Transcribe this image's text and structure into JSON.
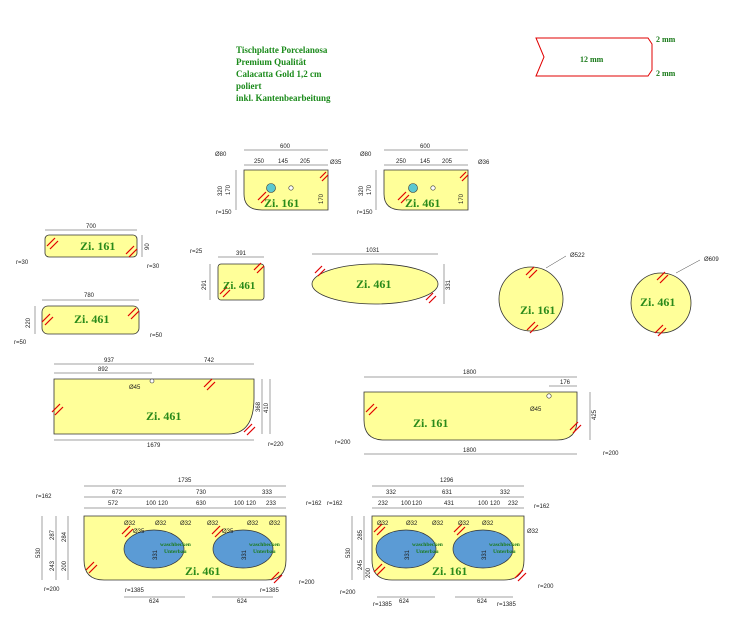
{
  "spec": {
    "line1": "Tischplatte Porcelanosa",
    "line2": "Premium Qualität",
    "line3": "Calacatta Gold 1,2 cm",
    "line4": "poliert",
    "line5": "inkl. Kantenbearbeitung"
  },
  "edge_profile": {
    "thickness": "12 mm",
    "chamfer_top": "2 mm",
    "chamfer_bottom": "2 mm"
  },
  "piece1": {
    "label": "Zi. 161",
    "width": "600",
    "d1": "250",
    "d2": "145",
    "d3": "205",
    "hole1": "Ø80",
    "hole2": "Ø35",
    "h1": "320",
    "h2": "170",
    "h3": "170",
    "radius": "r=150"
  },
  "piece2": {
    "label": "Zi. 461",
    "width": "600",
    "d1": "250",
    "d2": "145",
    "d3": "205",
    "hole1": "Ø80",
    "hole2": "Ø36",
    "h1": "320",
    "h2": "170",
    "h3": "170",
    "radius": "r=150"
  },
  "piece3": {
    "label": "Zi. 161",
    "width": "700",
    "height": "90",
    "r_left": "r=30",
    "r_right": "r=30"
  },
  "piece4": {
    "label": "Zi. 461",
    "width": "391",
    "height": "291",
    "radius": "r=25"
  },
  "piece5": {
    "label": "Zi. 461",
    "width": "1031",
    "height": "331"
  },
  "piece6": {
    "label": "Zi. 161",
    "dia": "Ø522"
  },
  "piece7": {
    "label": "Zi. 461",
    "dia": "Ø609"
  },
  "piece8": {
    "label": "Zi. 461",
    "width": "780",
    "height": "220",
    "r_left": "r=50",
    "r_right": "r=50"
  },
  "piece9": {
    "label": "Zi. 461",
    "w_total": "1679",
    "w_top": "937",
    "w_right": "742",
    "w_hole": "892",
    "hole": "Ø45",
    "h1": "368",
    "h2": "410",
    "radius": "r=220"
  },
  "piece10": {
    "label": "Zi. 161",
    "w_top": "1800",
    "w_bottom": "1800",
    "hole_off": "176",
    "hole": "Ø45",
    "height": "425",
    "r_left": "r=200",
    "r_right": "r=200"
  },
  "piece11": {
    "label": "Zi. 461",
    "total": "1735",
    "d1": "672",
    "d2": "730",
    "d3": "333",
    "s1": "572",
    "s2": "100",
    "s3": "120",
    "s4": "630",
    "s5": "100",
    "s6": "120",
    "s7": "233",
    "holes": [
      "Ø32",
      "Ø32",
      "Ø32",
      "Ø32",
      "Ø32",
      "Ø32"
    ],
    "holes_small": [
      "Ø35",
      "Ø35"
    ],
    "basin_text1": "waschbecken",
    "basin_text2": "Unterbau",
    "basin_h": "331",
    "v1": "530",
    "v2": "287",
    "v3": "284",
    "v4": "243",
    "v5": "200",
    "bottom1": "624",
    "bottom2": "624",
    "r_left": "r=200",
    "r_right": "r=200",
    "r_top_left": "r=162",
    "r_top_right": "r=162",
    "r_basin1": "r=1385",
    "r_basin2": "r=1385"
  },
  "piece12": {
    "label": "Zi. 161",
    "total": "1296",
    "d1": "332",
    "d2": "631",
    "d3": "332",
    "s1": "232",
    "s2": "100",
    "s3": "120",
    "s4": "431",
    "s5": "100",
    "s6": "120",
    "s7": "232",
    "holes": [
      "Ø32",
      "Ø32",
      "Ø32",
      "Ø32",
      "Ø32",
      "Ø32"
    ],
    "basin_text1": "waschbecken",
    "basin_text2": "Unterbau",
    "basin_h": "331",
    "v1": "530",
    "v2": "285",
    "v3": "245",
    "v4": "200",
    "bottom1": "624",
    "bottom2": "624",
    "r_left": "r=200",
    "r_right": "r=200",
    "r_top_left": "r=162",
    "r_top_right": "r=162",
    "r_basin1": "r=1385",
    "r_basin2": "r=1385"
  }
}
